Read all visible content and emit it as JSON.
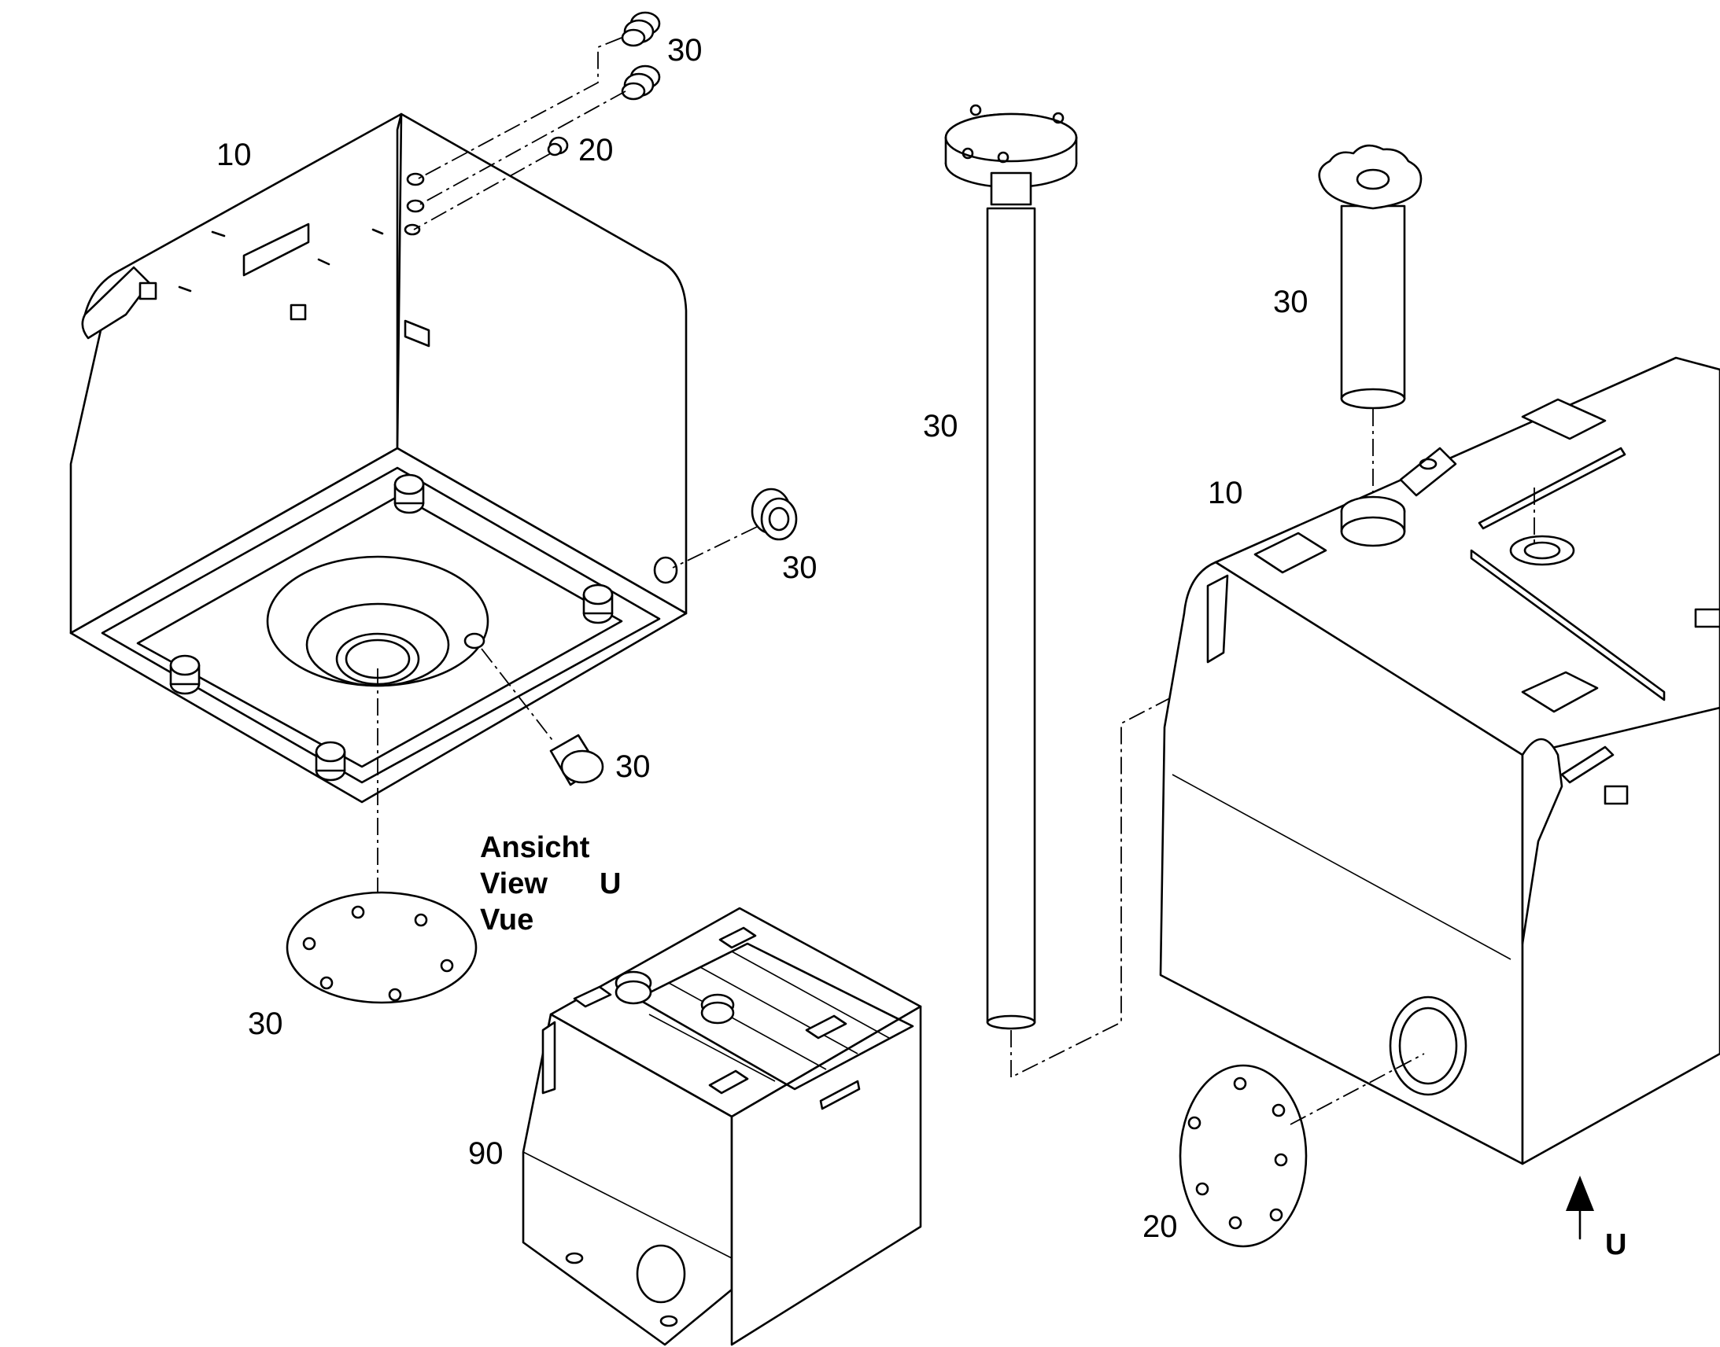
{
  "diagram": {
    "callouts": {
      "plug_top_upper": "30",
      "plug_top_lower": "20",
      "tank_bottom_view": "10",
      "side_plug": "30",
      "drain_plug": "30",
      "bottom_cover": "30",
      "assembled_tank": "90",
      "sender_tube": "30",
      "filler_neck": "30",
      "tank_main": "10",
      "main_cover": "20"
    },
    "view_label": {
      "line1": "Ansicht",
      "line2": "View",
      "line3": "Vue",
      "letter": "U"
    },
    "arrow_label": "U"
  }
}
